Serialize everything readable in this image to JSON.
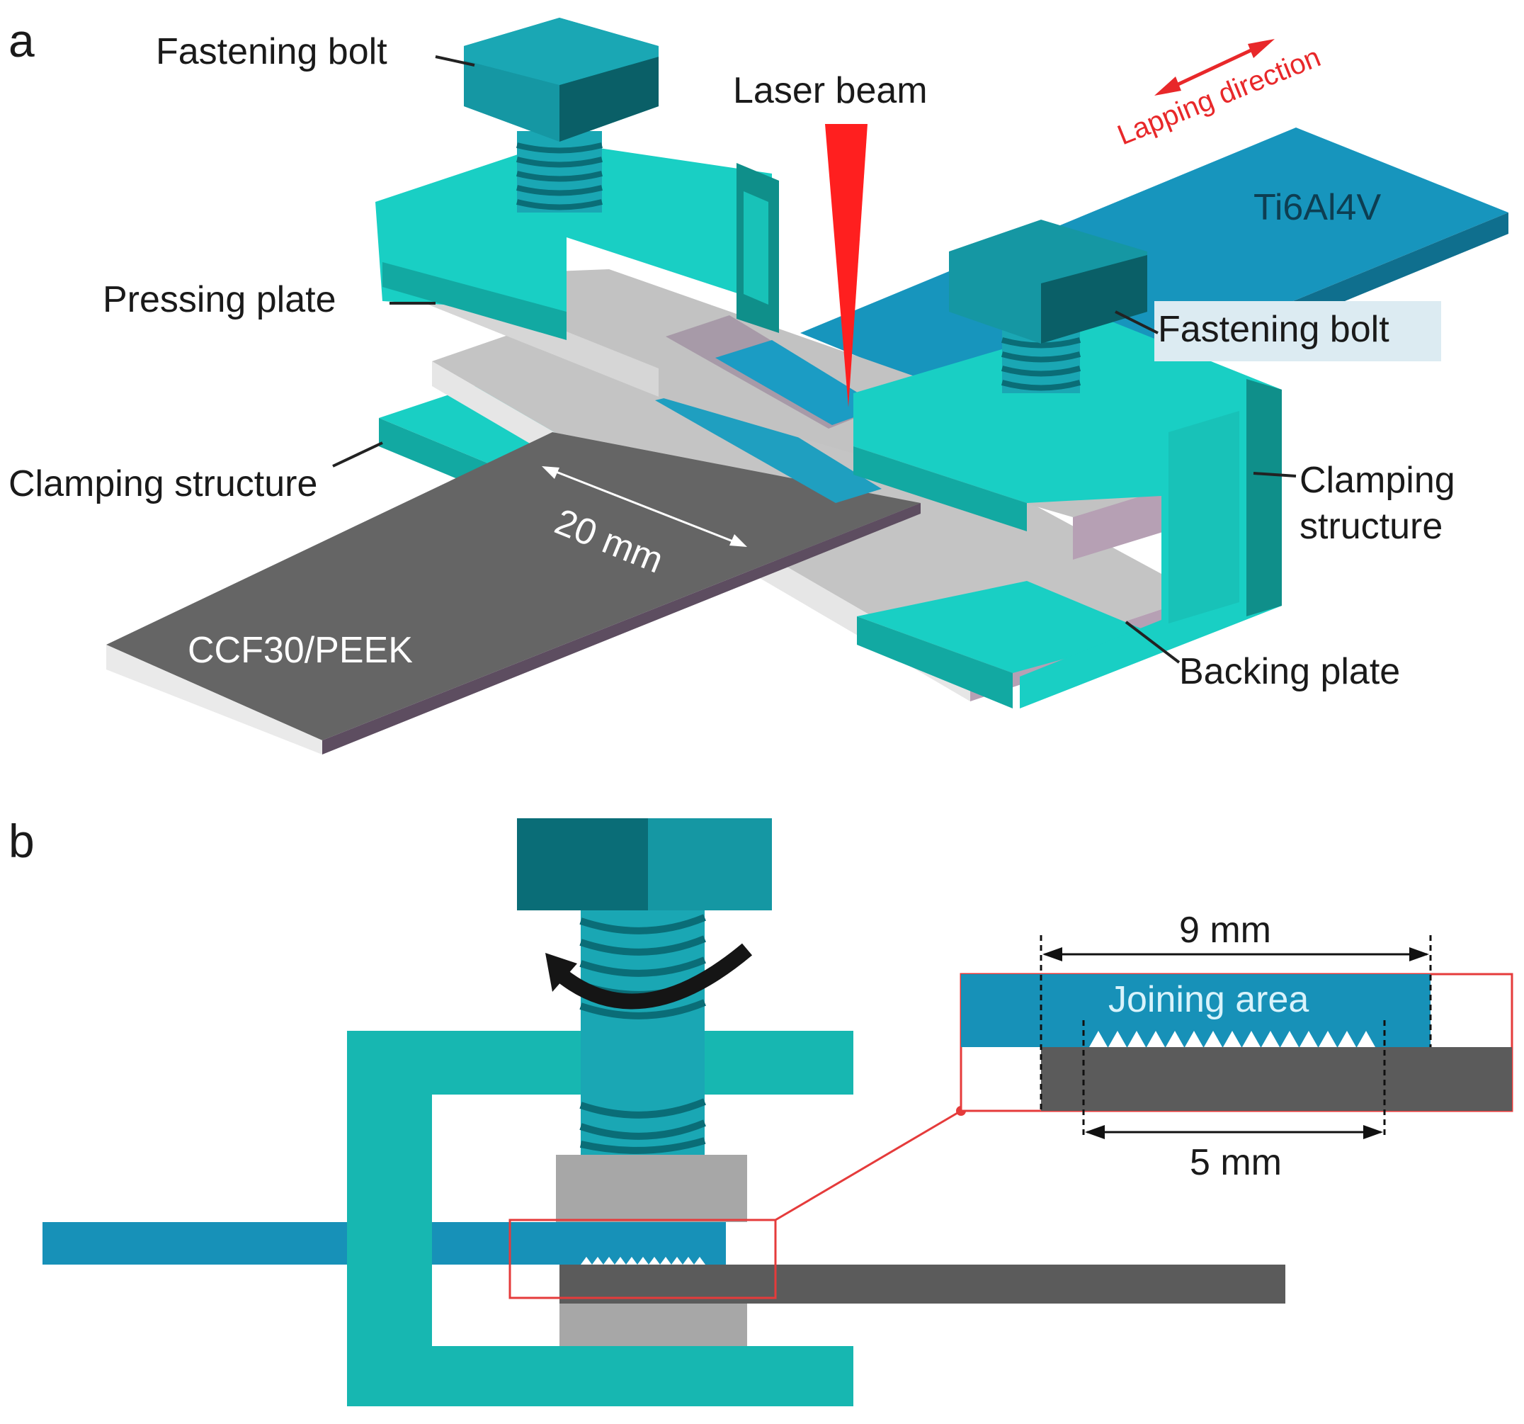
{
  "panel_a": {
    "letter": "a",
    "labels": {
      "fastening_bolt_top": "Fastening bolt",
      "laser_beam": "Laser beam",
      "lapping_direction": "Lapping direction",
      "ti_plate": "Ti6Al4V",
      "pressing_plate": "Pressing plate",
      "fastening_bolt_right": "Fastening bolt",
      "clamping_structure_left": "Clamping structure",
      "clamping_structure_right_1": "Clamping",
      "clamping_structure_right_2": "structure",
      "width_dimension": "20 mm",
      "composite_plate": "CCF30/PEEK",
      "backing_plate": "Backing plate"
    }
  },
  "panel_b": {
    "letter": "b",
    "inset": {
      "joining_area": "Joining area",
      "overall_length": "9 mm",
      "structured_length": "5 mm"
    }
  },
  "colors": {
    "clamp_teal": "#17b7b1",
    "clamp_light": "#19cfc4",
    "bolt_dark": "#0a6d77",
    "bolt_mid": "#1597a3",
    "ti_blue": "#1791b8",
    "plate_gray": "#c3c3c3",
    "composite_dark": "#5c5c5c",
    "laser_red": "#ff1f1f"
  }
}
